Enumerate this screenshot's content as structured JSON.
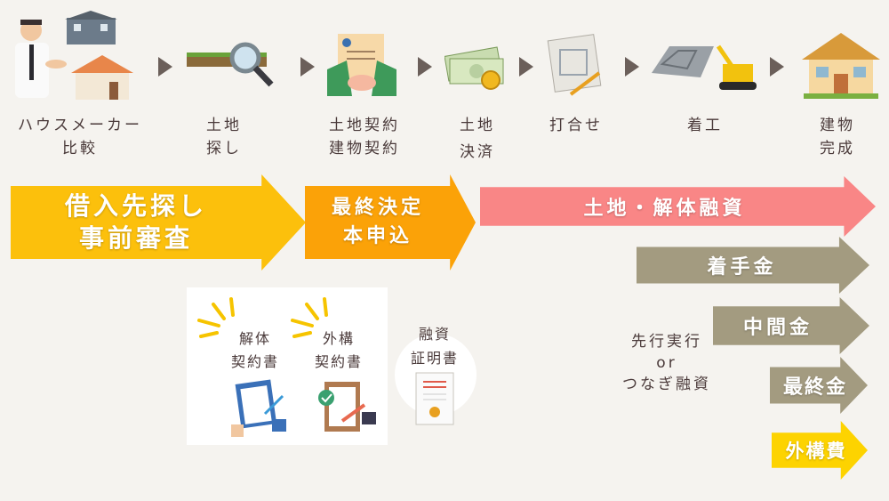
{
  "steps": [
    {
      "line1": "ハウスメーカー",
      "line2": "比較",
      "icon": "man-with-houses-icon"
    },
    {
      "line1": "土地",
      "line2": "探し",
      "icon": "magnifier-land-icon"
    },
    {
      "line1": "土地契約",
      "line2": "建物契約",
      "icon": "contract-handshake-icon"
    },
    {
      "line1": "土地",
      "line2": "決済",
      "icon": "money-icon"
    },
    {
      "line1": "打合せ",
      "line2": "",
      "icon": "blueprint-icon"
    },
    {
      "line1": "着工",
      "line2": "",
      "icon": "excavator-icon"
    },
    {
      "line1": "建物",
      "line2": "完成",
      "icon": "house-icon"
    }
  ],
  "arrows": {
    "pre_review": {
      "line1": "借入先探し",
      "line2": "事前審査",
      "color": "#fcc00c"
    },
    "final": {
      "line1": "最終決定",
      "line2": "本申込",
      "color": "#fba208"
    },
    "land_loan": {
      "label": "土地・解体融資",
      "color": "#f98686"
    },
    "down_payment": {
      "label": "着手金",
      "color": "#a39b80"
    },
    "interim": {
      "label": "中間金",
      "color": "#a39b80"
    },
    "final_payment": {
      "label": "最終金",
      "color": "#a39b80"
    },
    "exterior": {
      "label": "外構費",
      "color": "#fdd300"
    }
  },
  "documents": {
    "demolition": {
      "line1": "解体",
      "line2": "契約書"
    },
    "exterior": {
      "line1": "外構",
      "line2": "契約書"
    },
    "loan_cert": {
      "line1": "融資",
      "line2": "証明書"
    }
  },
  "note": {
    "line1": "先行実行",
    "line2": "or",
    "line3": "つなぎ融資"
  }
}
